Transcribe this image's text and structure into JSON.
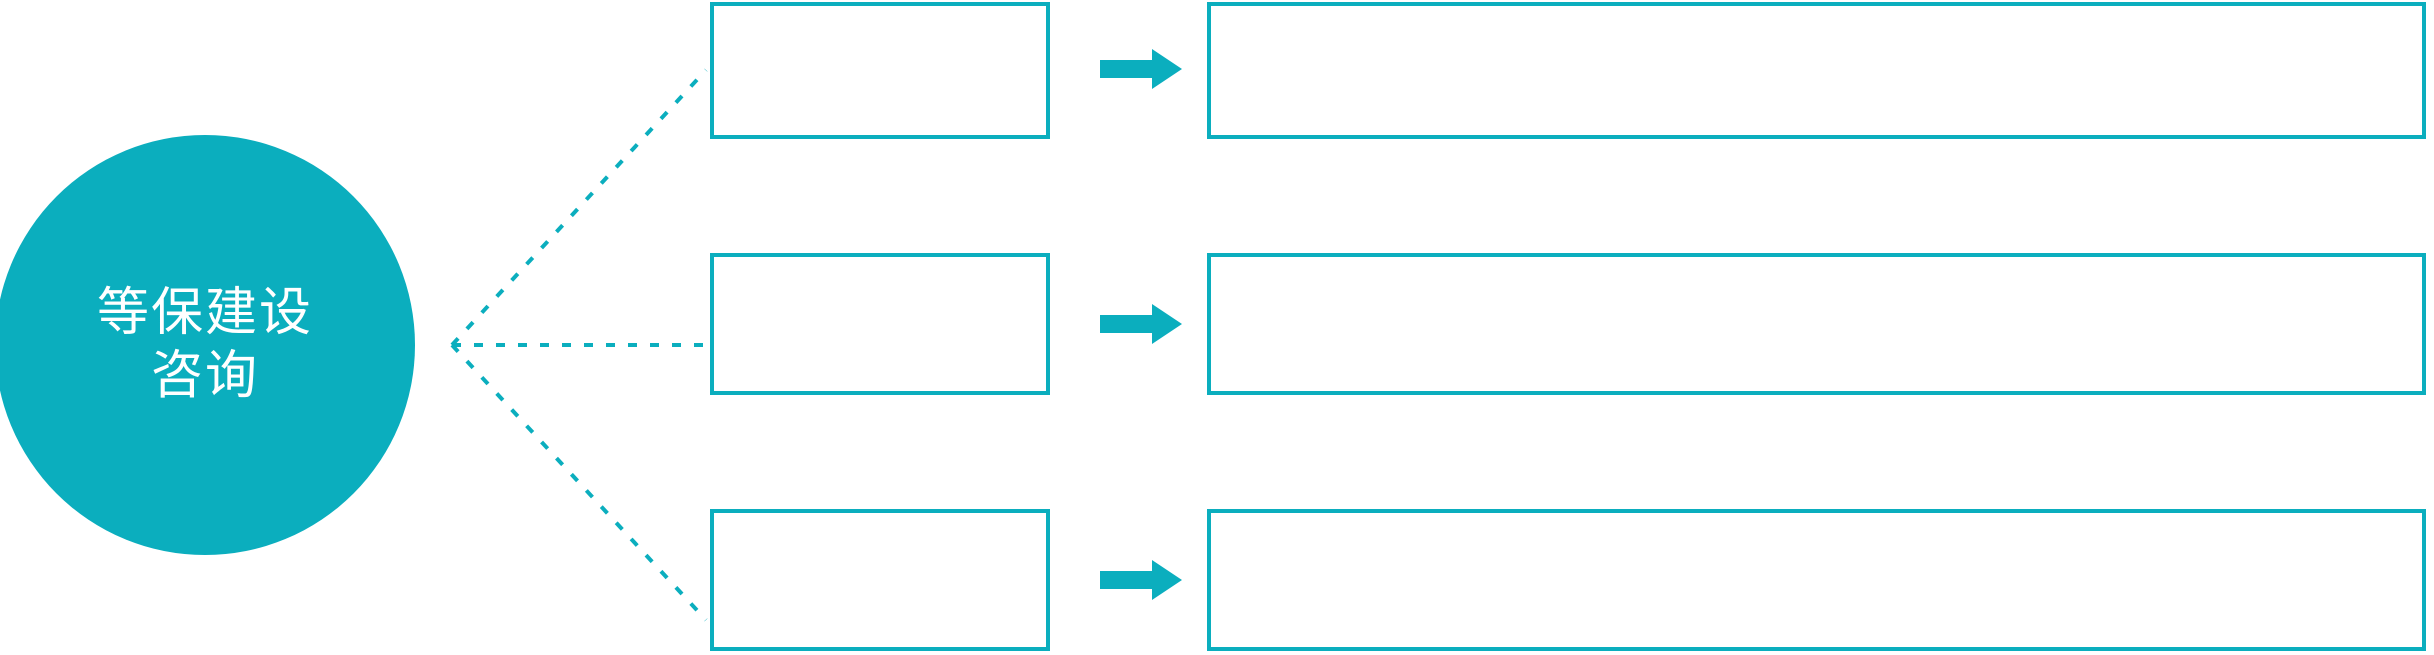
{
  "diagram": {
    "type": "hub-and-spoke-process",
    "background_color": "#FFFFFF",
    "accent_color": "#0BAEBE",
    "hub": {
      "name": "等保建设咨询",
      "shape": "circle",
      "fill_color": "#0BAEBE",
      "text_color": "#FFFFFF",
      "lines": [
        "等保建设",
        "咨询"
      ]
    },
    "connector": {
      "style": "dotted",
      "color": "#0BAEBE",
      "branch_count": 3
    },
    "arrow": {
      "glyph": "right-arrow",
      "color": "#0BAEBE",
      "count": 3
    },
    "rows": [
      {
        "id": "row-1",
        "label": "",
        "description": "",
        "border_color": "#0BAEBE",
        "fill_color": "#FFFFFF"
      },
      {
        "id": "row-2",
        "label": "",
        "description": "",
        "border_color": "#0BAEBE",
        "fill_color": "#FFFFFF"
      },
      {
        "id": "row-3",
        "label": "",
        "description": "",
        "border_color": "#0BAEBE",
        "fill_color": "#FFFFFF"
      }
    ]
  }
}
